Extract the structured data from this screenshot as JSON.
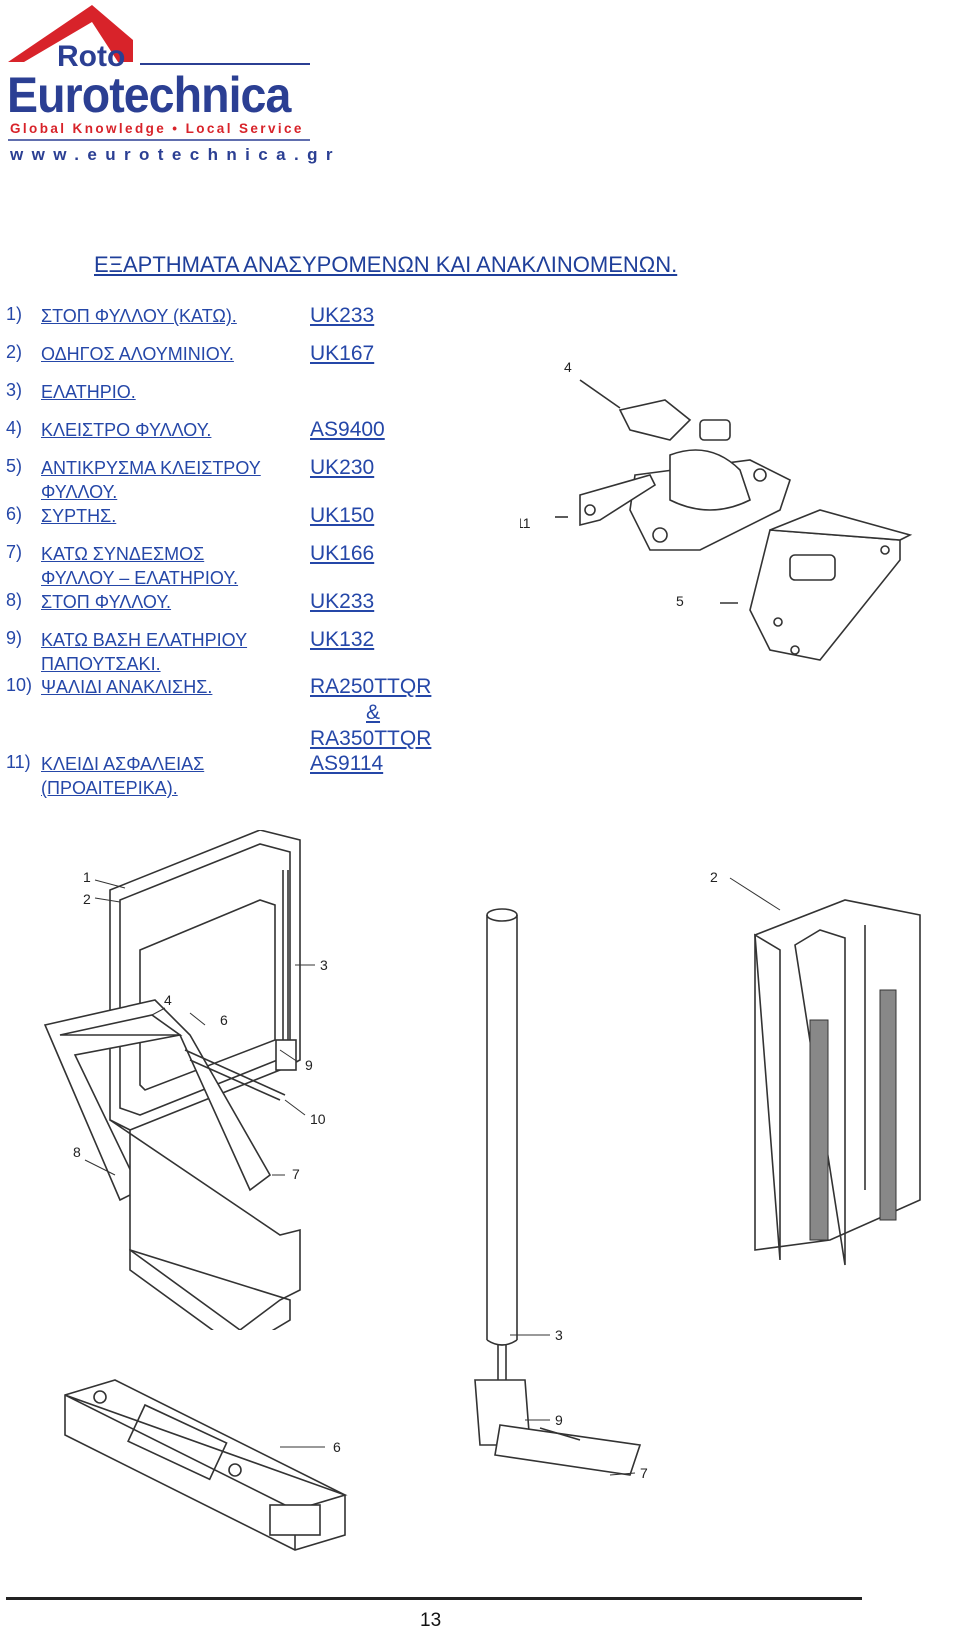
{
  "logo": {
    "roto": "Roto",
    "brand": "Eurotechnica",
    "tagline": "Global Knowledge • Local Service",
    "url": "www.eurotechnica.gr",
    "colors": {
      "brand_blue": "#2b3f93",
      "brand_red": "#d8232a"
    }
  },
  "title": "ΕΞΑΡΤΗΜΑΤΑ ΑΝΑΣΥΡΟΜΕΝΩΝ ΚΑΙ ΑΝΑΚΛΙΝΟΜΕΝΩΝ.",
  "parts": [
    {
      "num": "1)",
      "label": "ΣΤΟΠ ΦΥΛΛΟΥ (ΚΑΤΩ).",
      "code": "UK233"
    },
    {
      "num": "2)",
      "label": "ΟΔΗΓΟΣ ΑΛΟΥΜΙΝΙΟΥ.",
      "code": "UK167"
    },
    {
      "num": "3)",
      "label": "ΕΛΑΤΗΡΙΟ.",
      "code": ""
    },
    {
      "num": "4)",
      "label": "ΚΛΕΙΣΤΡΟ ΦΥΛΛΟΥ.",
      "code": "AS9400"
    },
    {
      "num": "5)",
      "label": "ΑΝΤΙΚΡΥΣΜΑ ΚΛΕΙΣΤΡΟΥ ΦΥΛΛΟΥ.",
      "code": "UK230"
    },
    {
      "num": "6)",
      "label": "ΣΥΡΤΗΣ.",
      "code": "UK150"
    },
    {
      "num": "7)",
      "label": "ΚΑΤΩ ΣΥΝΔΕΣΜΟΣ ΦΥΛΛΟΥ – ΕΛΑΤΗΡΙΟΥ.",
      "code": "UK166"
    },
    {
      "num": "8)",
      "label": "ΣΤΟΠ ΦΥΛΛΟΥ.",
      "code": "UK233"
    },
    {
      "num": "9)",
      "label": "ΚΑΤΩ ΒΑΣΗ ΕΛΑΤΗΡΙΟΥ ΠΑΠΟΥΤΣΑΚΙ.",
      "code": "UK132"
    },
    {
      "num": "10)",
      "label": "ΨΑΛΙΔΙ ΑΝΑΚΛΙΣΗΣ.",
      "code": "RA250TTQR",
      "code2": "&",
      "code3": "RA350TTQR"
    },
    {
      "num": "11)",
      "label": "ΚΛΕΙΔΙ ΑΣΦΑΛΕΙΑΣ (ΠΡΟΑΙΤΕΡΙΚΑ).",
      "code": "AS9114"
    }
  ],
  "callouts": {
    "latch": [
      "4",
      "11",
      "5"
    ],
    "window": [
      "1",
      "2",
      "3",
      "4",
      "6",
      "9",
      "10",
      "8",
      "7"
    ],
    "spring": [
      "3",
      "9",
      "7"
    ],
    "profile": [
      "2"
    ],
    "slider": [
      "6"
    ]
  },
  "footer": {
    "page_number": "13"
  }
}
